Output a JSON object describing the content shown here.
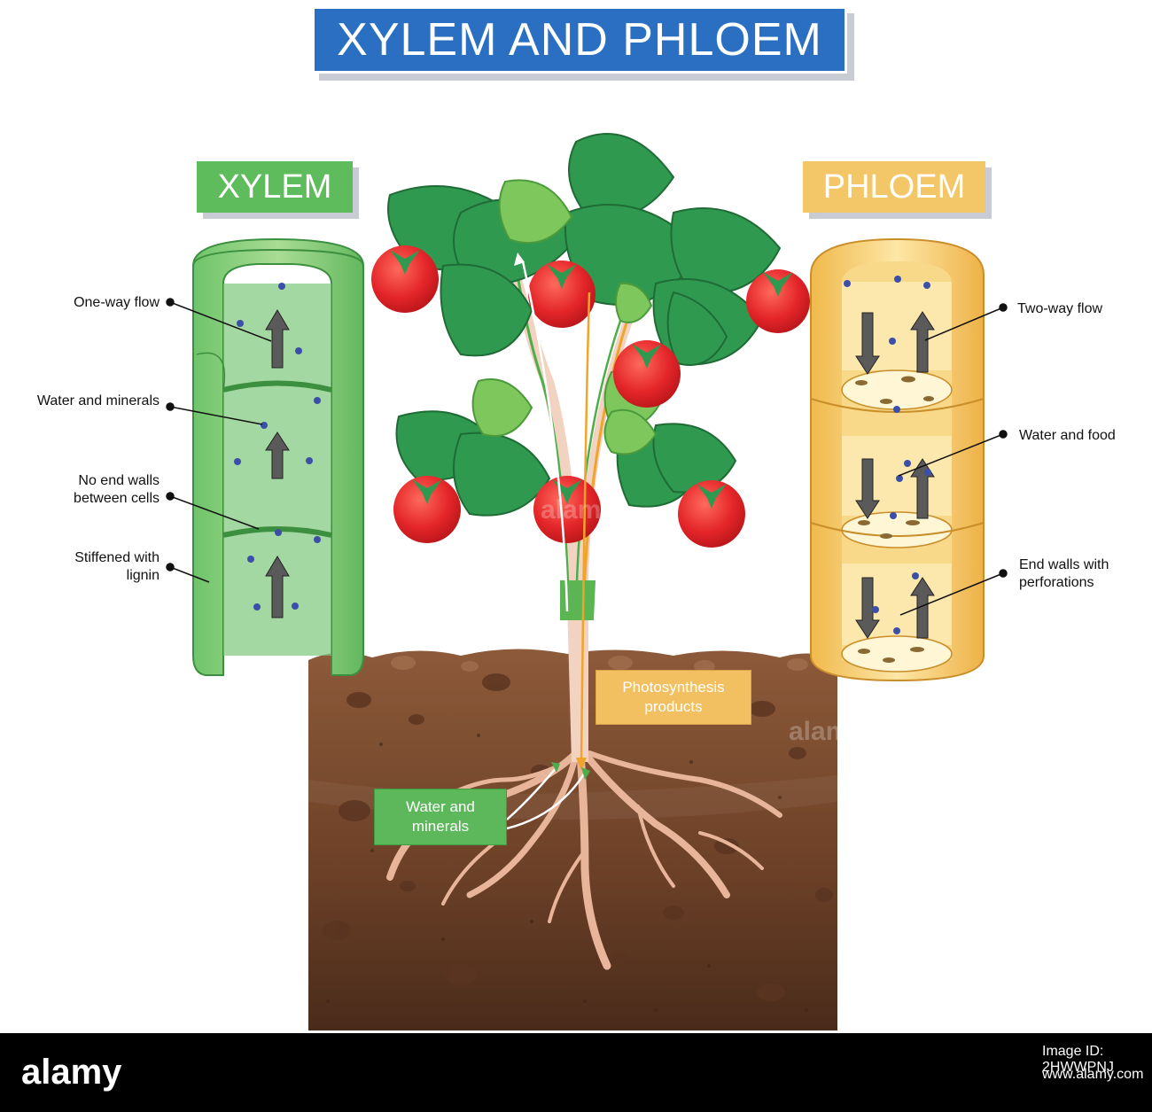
{
  "title": "XYLEM AND PHLOEM",
  "xylem": {
    "heading": "XYLEM",
    "labels": {
      "one_way_flow": "One-way flow",
      "water_minerals": "Water and minerals",
      "no_end_walls_1": "No end walls",
      "no_end_walls_2": "between cells",
      "lignin_1": "Stiffened with",
      "lignin_2": "lignin"
    }
  },
  "phloem": {
    "heading": "PHLOEM",
    "labels": {
      "two_way_flow": "Two-way flow",
      "water_food": "Water and food",
      "end_walls_1": "End walls with",
      "end_walls_2": "perforations"
    }
  },
  "plant": {
    "photosynthesis_1": "Photosynthesis",
    "photosynthesis_2": "products",
    "water_1": "Water and",
    "water_2": "minerals"
  },
  "footer": {
    "brand": "alamy",
    "image_id": "Image ID: 2HWWPNJ",
    "site": "www.alamy.com"
  },
  "colors": {
    "title_blue": "#2a6fc1",
    "xylem_green": "#5fbc5c",
    "phloem_yellow": "#f3c667",
    "soil": "#7a4a2d",
    "tomato_red": "#e4262a"
  }
}
